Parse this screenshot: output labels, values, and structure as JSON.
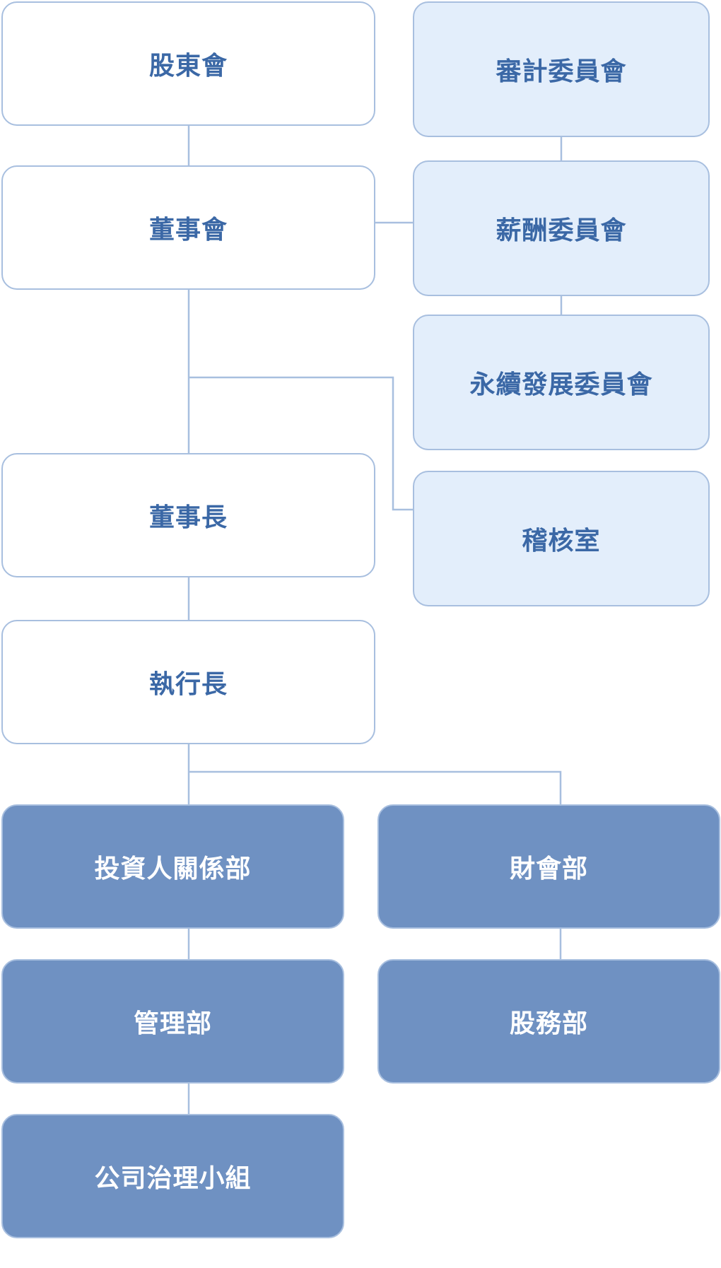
{
  "nodes": {
    "shareholders": "股東會",
    "board": "董事會",
    "chairman": "董事長",
    "ceo": "執行長",
    "audit_committee": "審計委員會",
    "compensation_committee": "薪酬委員會",
    "sustainability_committee": "永續發展委員會",
    "internal_audit": "稽核室",
    "investor_relations": "投資人關係部",
    "finance_accounting": "財會部",
    "administration": "管理部",
    "stock_affairs": "股務部",
    "corporate_governance": "公司治理小組"
  }
}
